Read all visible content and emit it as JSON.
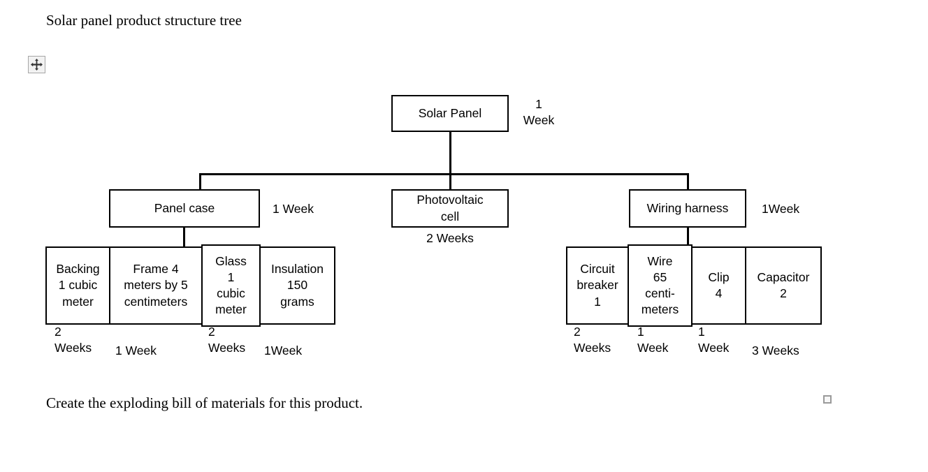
{
  "page": {
    "title": "Solar panel product structure tree",
    "caption": "Create the exploding bill of materials for this product."
  },
  "handles": {
    "move_handle_icon": "move-arrows-icon",
    "anchor_icon": "anchor-square-icon"
  },
  "diagram": {
    "type": "product-structure-tree",
    "levels": [
      {
        "level": 0,
        "nodes": [
          {
            "label": "Solar Panel",
            "lead_time": "1\nWeek",
            "lead_time_position": "right"
          }
        ]
      },
      {
        "level": 1,
        "nodes": [
          {
            "label": "Panel case",
            "lead_time": "1 Week",
            "lead_time_position": "right"
          },
          {
            "label": "Photovoltaic\ncell",
            "lead_time": "2 Weeks",
            "lead_time_position": "below"
          },
          {
            "label": "Wiring harness",
            "lead_time": "1Week",
            "lead_time_position": "right"
          }
        ]
      },
      {
        "level": 2,
        "parent": "Panel case",
        "nodes": [
          {
            "label": "Backing\n1 cubic\nmeter",
            "lead_time": "2\nWeeks"
          },
          {
            "label": "Frame 4\nmeters by 5\ncentimeters",
            "lead_time": "1 Week"
          },
          {
            "label": "Glass\n1\ncubic\nmeter",
            "lead_time": "2\nWeeks"
          },
          {
            "label": "Insulation\n150\ngrams",
            "lead_time": "1Week"
          }
        ]
      },
      {
        "level": 2,
        "parent": "Wiring harness",
        "nodes": [
          {
            "label": "Circuit\nbreaker\n1",
            "lead_time": "2\nWeeks"
          },
          {
            "label": "Wire\n65\ncenti-\nmeters",
            "lead_time": "1\nWeek"
          },
          {
            "label": "Clip\n4",
            "lead_time": "1\nWeek"
          },
          {
            "label": "Capacitor\n2",
            "lead_time": "3 Weeks"
          }
        ]
      }
    ]
  },
  "colors": {
    "line": "#000000",
    "text": "#000000",
    "background": "#ffffff",
    "handle_border": "#a6a6a6"
  }
}
